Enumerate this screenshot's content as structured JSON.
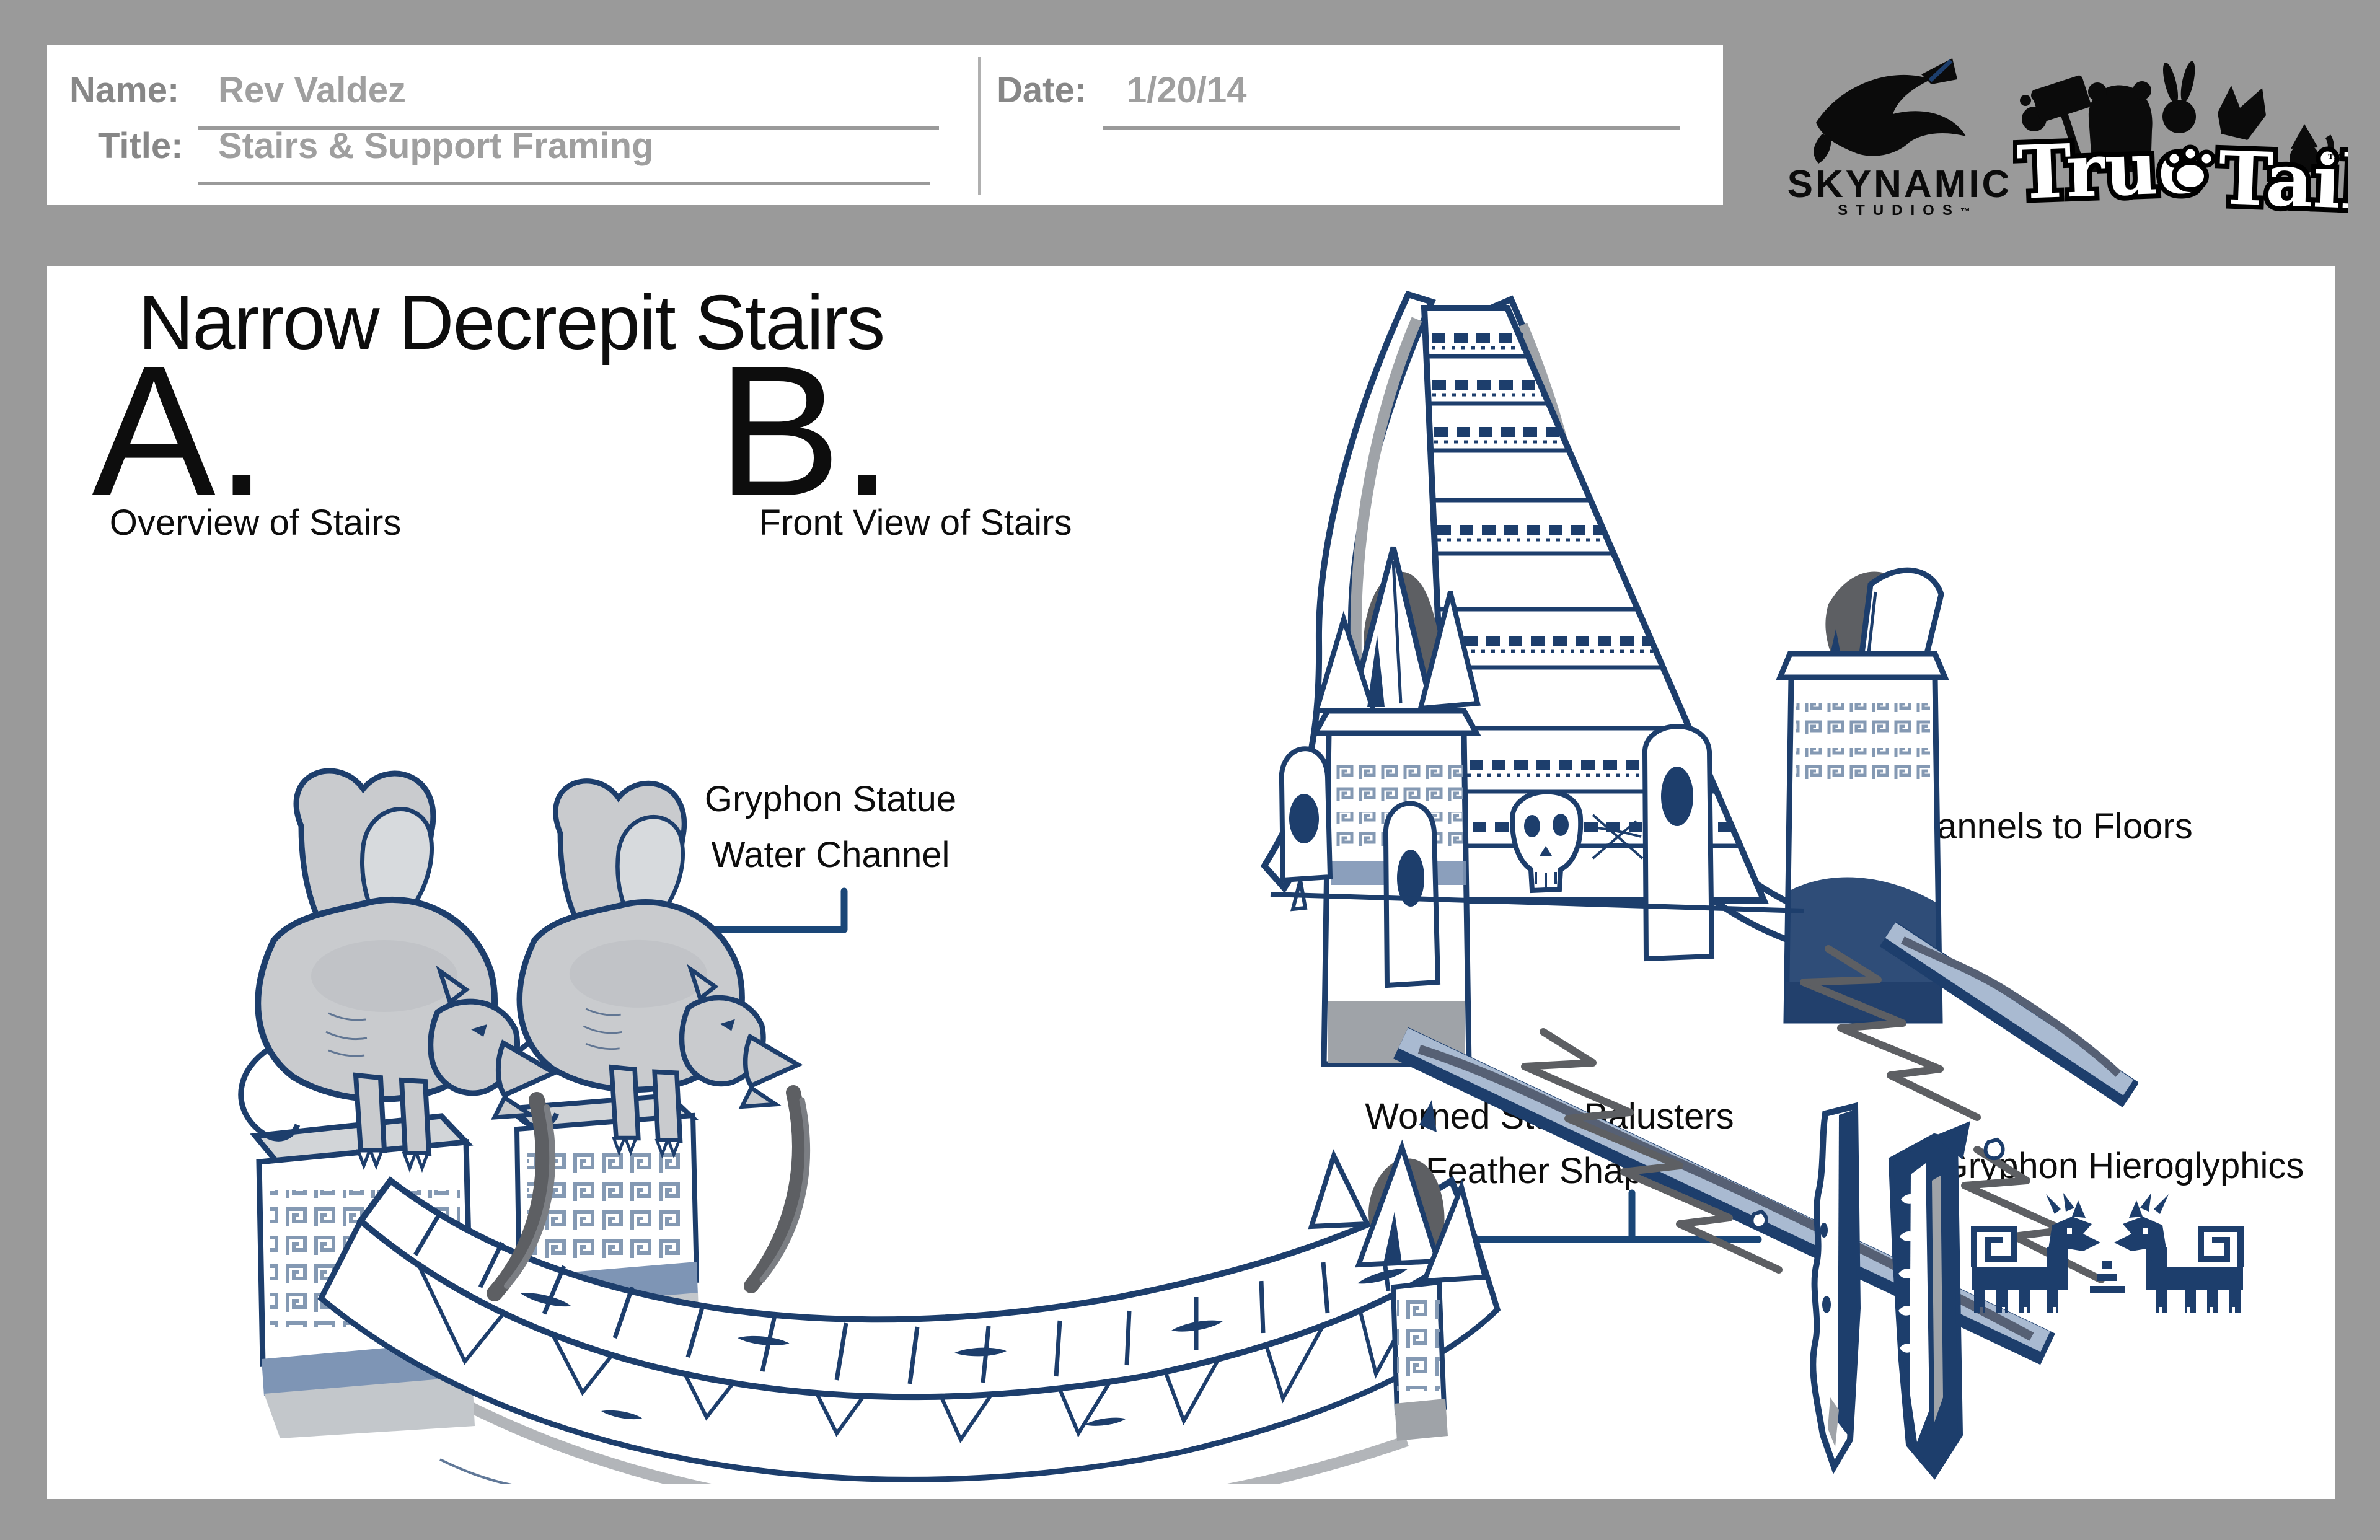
{
  "header": {
    "name_label": "Name:",
    "name_value": "Rev Valdez",
    "title_label": "Title:",
    "title_value": "Stairs & Support Framing",
    "date_label": "Date:",
    "date_value": "1/20/14"
  },
  "logos": {
    "skynamic": "SKYNAMIC",
    "skynamic_sub": "STUDIOS",
    "truetail_left": "True",
    "truetail_right": "Tail",
    "trademark": "™"
  },
  "sheet": {
    "main_title": "Narrow Decrepit Stairs",
    "sections": [
      {
        "letter": "A.",
        "caption": "Overview of Stairs"
      },
      {
        "letter": "B.",
        "caption": "Front View of Stairs"
      }
    ],
    "annotations": [
      {
        "id": "gryphon-statue-water-channel",
        "lines": [
          "Gryphon Statue",
          "Water Channel"
        ]
      },
      {
        "id": "water-channels-to-floors",
        "lines": [
          "Water Channels to Floors"
        ]
      },
      {
        "id": "worned-stair-balusters",
        "lines": [
          "Worned Stair Balusters",
          "Feather Shaped"
        ]
      },
      {
        "id": "gryphon-hieroglyphics",
        "lines": [
          "Gryphon Hieroglyphics"
        ]
      }
    ]
  },
  "colors": {
    "background": "#9a9a9a",
    "panel": "#ffffff",
    "ink": "#0d0d0d",
    "header_text": "#878787",
    "header_value": "#9f9f9f",
    "underline": "#9a9a9a",
    "navy": "#1d3e6c",
    "callout": "#1a4677",
    "steel": "#7e95b5",
    "light_gray": "#c9cbce",
    "mid_gray": "#9fa3a8",
    "dark_gray": "#5d5f63",
    "logo_black": "#0b0b0b"
  }
}
